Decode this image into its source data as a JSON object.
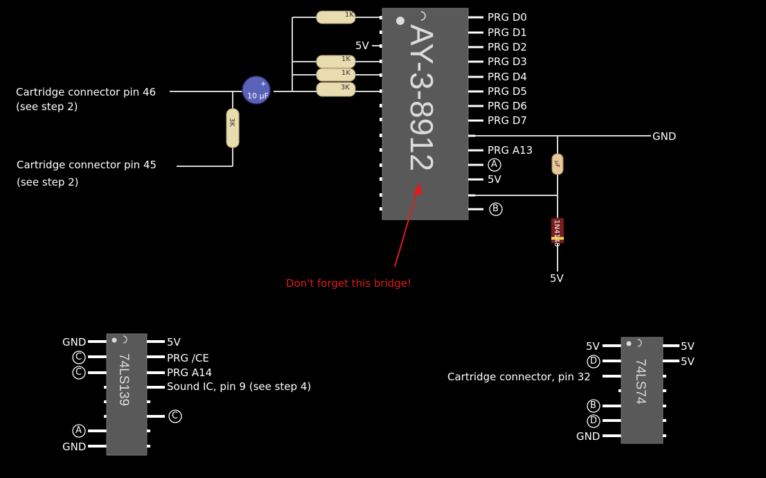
{
  "chips": {
    "sound_chip": "AY-3-8912",
    "decoder": "74LS139",
    "flipflop": "74LS74"
  },
  "components": {
    "r_top": "1K",
    "r_mid1": "1K",
    "r_mid2": "1K",
    "r_bottom": "3K",
    "r_vertical": "3K",
    "capacitor": "10 μF",
    "cap_small": "μF",
    "diode": "1N4148"
  },
  "ay_right_pins": [
    "PRG D0",
    "PRG D1",
    "PRG D2",
    "PRG D3",
    "PRG D4",
    "PRG D5",
    "PRG D6",
    "PRG D7",
    "PRG A13",
    "A",
    "5V",
    "B"
  ],
  "ay_left": {
    "five_v": "5V"
  },
  "gnd_line": "GND",
  "diode_5v": "5V",
  "cart46": {
    "line1": "Cartridge connector pin 46",
    "line2": "(see step 2)"
  },
  "cart45": {
    "line1": "Cartridge connector pin 45",
    "line2": "(see step 2)"
  },
  "note": "Don't forget this bridge!",
  "ls139": {
    "left": [
      "GND",
      "C",
      "C",
      "A",
      "GND"
    ],
    "right": [
      "5V",
      "PRG /CE",
      "PRG A14",
      "Sound IC, pin 9 (see step 4)",
      "C"
    ]
  },
  "ls74": {
    "left": [
      "5V",
      "D",
      "Cartridge connector, pin 32",
      "B",
      "D",
      "GND"
    ],
    "right": [
      "5V",
      "5V"
    ]
  },
  "colors": {
    "chip_body": "#595959",
    "resistor": "#e8dcb0",
    "capacitor": "#5a62b8",
    "diode": "#7a1f1f",
    "warning": "#e31b1b"
  }
}
